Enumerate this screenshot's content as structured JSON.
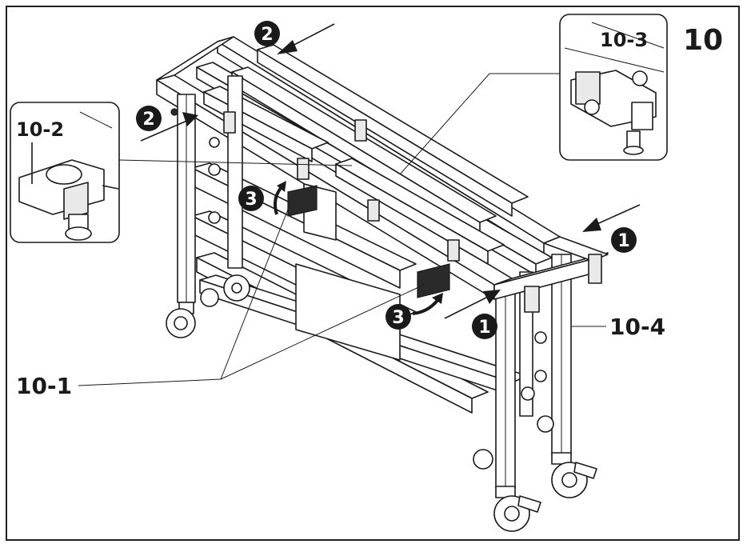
{
  "step_number": "10",
  "callouts": {
    "detail_2": "10-2",
    "detail_3": "10-3",
    "part_1": "10-1",
    "part_4": "10-4"
  },
  "markers": {
    "one": "1",
    "two": "2",
    "three": "3"
  },
  "colors": {
    "ink": "#1a1a1a",
    "marker_fill": "#1a1a1a",
    "background": "#ffffff"
  }
}
